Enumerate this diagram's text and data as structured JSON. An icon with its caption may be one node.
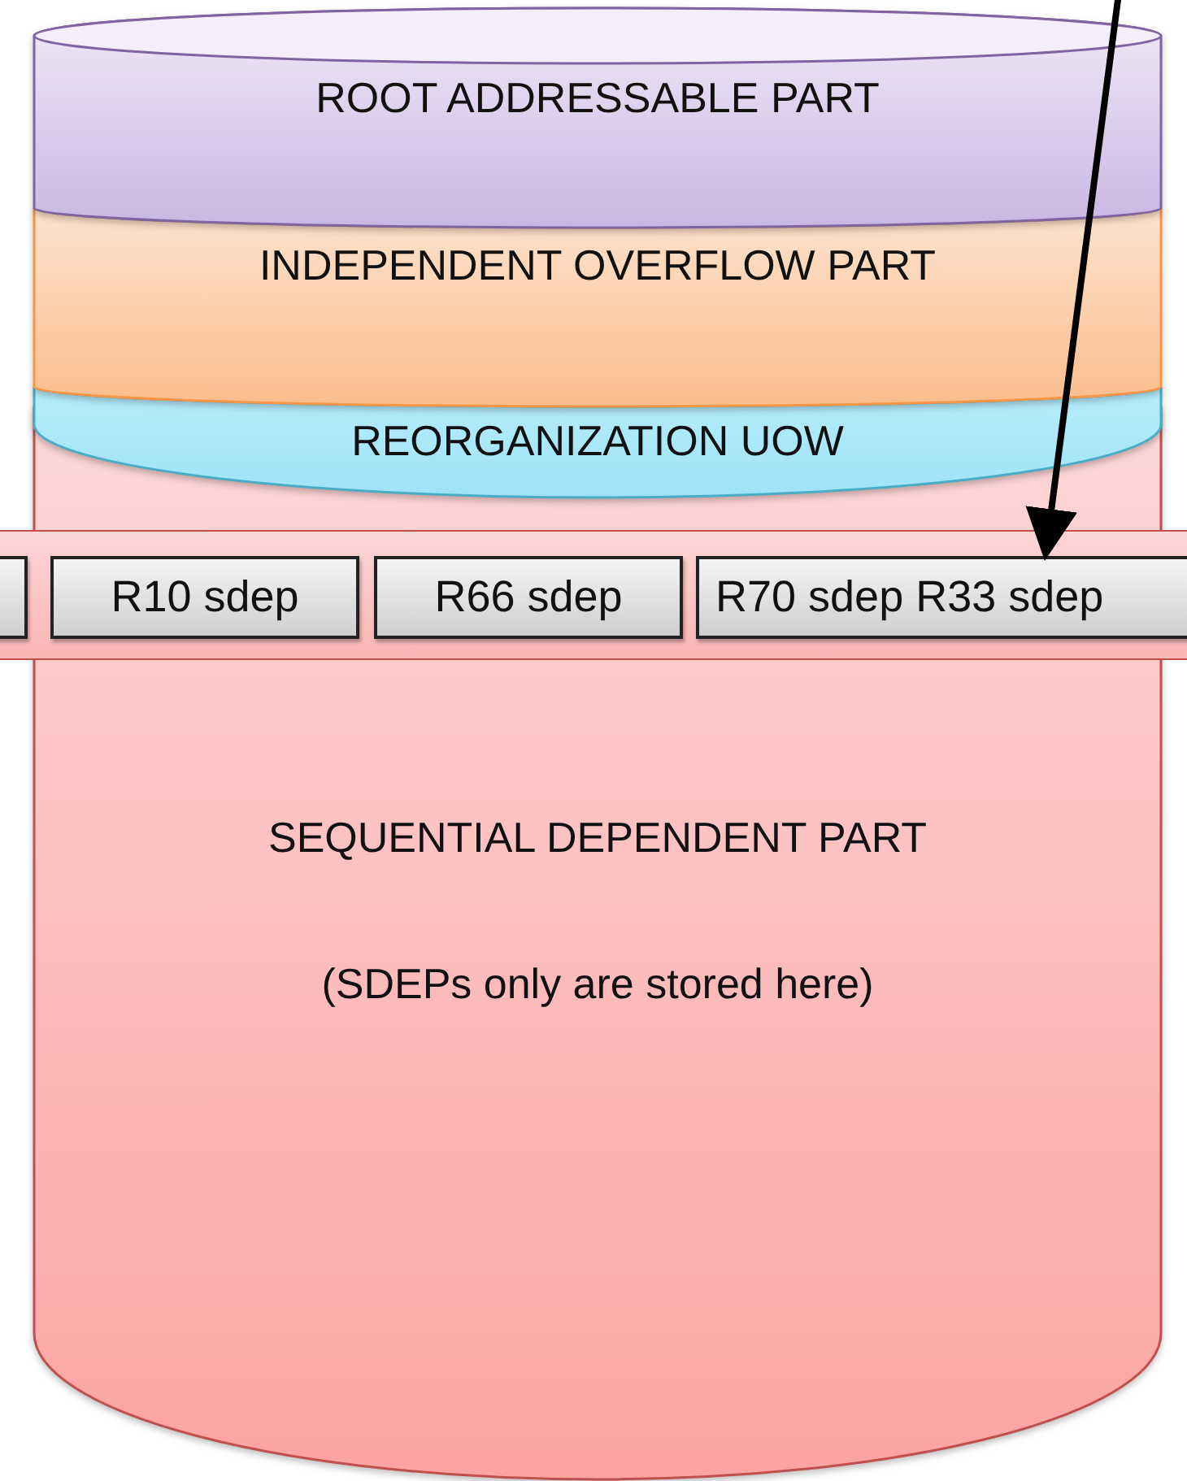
{
  "diagram": {
    "nodes": [
      {
        "text": [
          "ROOT ADDRESSABLE PART"
        ]
      },
      {
        "text": [
          "INDEPENDENT OVERFLOW PART"
        ]
      },
      {
        "text": [
          "REORGANIZATION UOW"
        ]
      },
      {
        "text": [
          "SEQUENTIAL DEPENDENT PART",
          "(SDEPs only are stored here)"
        ]
      },
      {
        "text": [],
        "shape": "bar"
      },
      {
        "text": [],
        "shape": "box",
        "in": 4
      },
      {
        "text": [
          "R10 sdep"
        ],
        "in": 4
      },
      {
        "text": [
          "R66 sdep"
        ],
        "in": 4
      },
      {
        "text": [
          "R70 sdep R33 sdep"
        ],
        "in": 4
      }
    ],
    "edges": [
      {
        "from": null,
        "to": 8,
        "arrow": "to"
      }
    ]
  }
}
